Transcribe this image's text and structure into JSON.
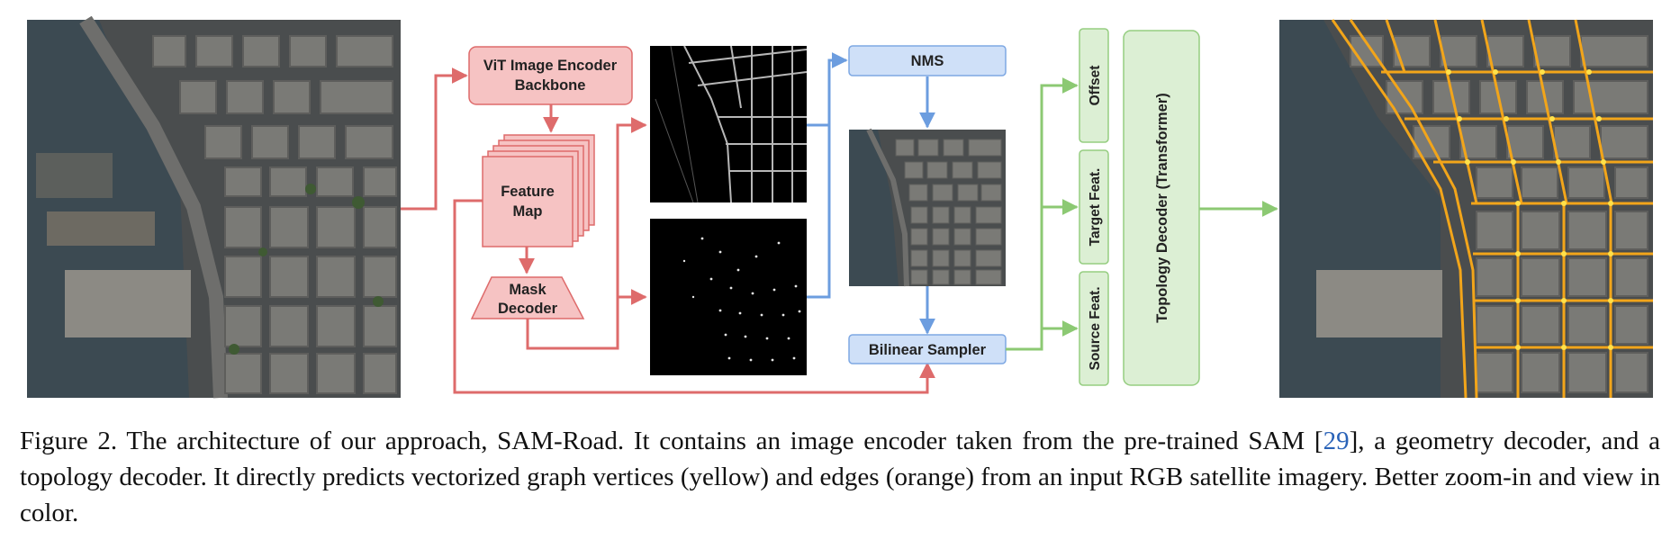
{
  "diagram": {
    "nodes": {
      "vit": {
        "line1": "ViT Image Encoder",
        "line2": "Backbone"
      },
      "feature_map": {
        "line1": "Feature",
        "line2": "Map"
      },
      "mask_decoder": {
        "line1": "Mask",
        "line2": "Decoder"
      },
      "nms": {
        "label": "NMS"
      },
      "bilinear_sampler": {
        "label": "Bilinear Sampler"
      },
      "offset": {
        "label": "Offset"
      },
      "target_feat": {
        "label": "Target Feat."
      },
      "source_feat": {
        "label": "Source Feat."
      },
      "topology_decoder": {
        "label": "Topology Decoder (Transformer)"
      }
    }
  },
  "caption": {
    "figure_label": "Figure 2.",
    "text_part1": "The architecture of our approach, SAM-Road. It contains an image encoder taken from the pre-trained SAM [",
    "citation": "29",
    "text_part2": "], a geometry decoder, and a topology decoder. It directly predicts vectorized graph vertices (yellow) and edges (orange) from an input RGB satellite imagery. Better zoom-in and view in color."
  },
  "colors": {
    "red_fill": "#f6c3c3",
    "red_stroke": "#de6b6b",
    "blue_fill": "#cfe0f8",
    "blue_stroke": "#7ea8e3",
    "green_fill": "#dcefd4",
    "green_stroke": "#95cd80",
    "road_orange": "#f2a51a",
    "vertex_yellow": "#ffe14a"
  }
}
